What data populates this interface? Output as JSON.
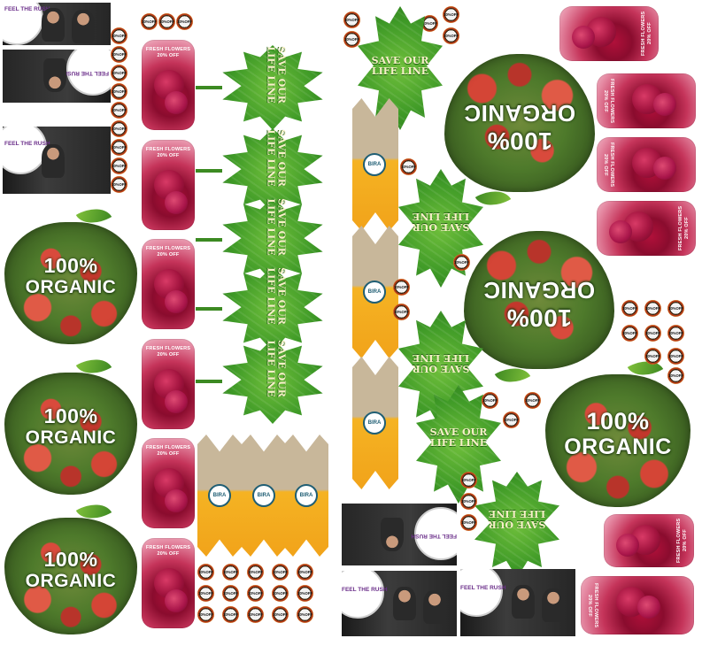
{
  "labels": {
    "flower": "FRESH FLOWERS\n20% OFF",
    "off": "10%OFF",
    "organic_pct": "100%",
    "organic_word": "ORGANIC",
    "life_line": "SAVE OUR\nLIFE LINE",
    "bira": "BIRA",
    "rush": "FEEL THE RUSH"
  },
  "colors": {
    "flower_red": "#a3143f",
    "leaf_green": "#3f9a27",
    "bira_yellow": "#f5b323",
    "organic_text": "#ffffff"
  }
}
